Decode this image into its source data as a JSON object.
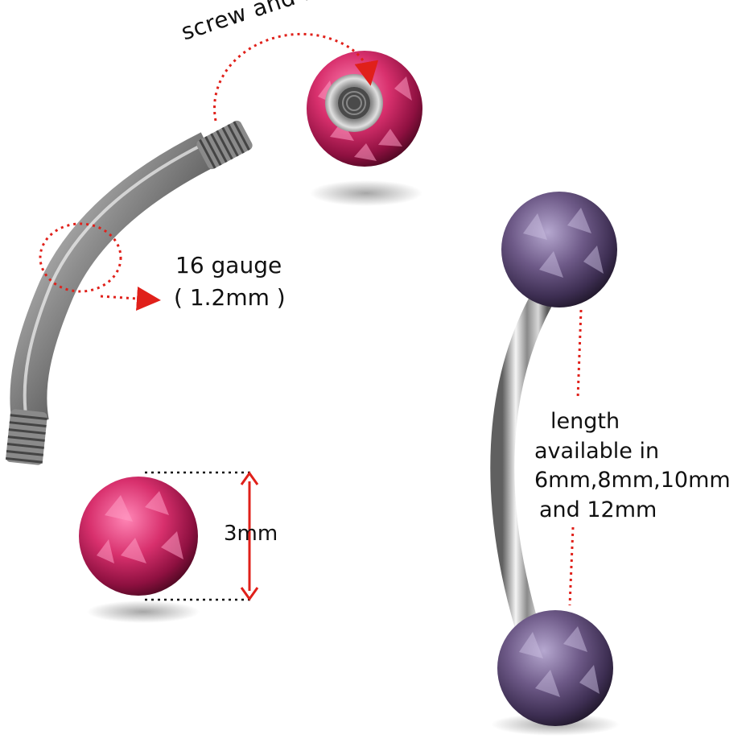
{
  "labels": {
    "screw_and_fit": "screw and fit",
    "gauge_line1": "16 gauge",
    "gauge_line2": "( 1.2mm )",
    "ball_size": "3mm",
    "length_lines": [
      "length",
      "available in",
      "6mm,8mm,10mm",
      "and 12mm"
    ]
  },
  "colors": {
    "background": "#ffffff",
    "annotation_red": "#e0201a",
    "pink_crystal": "#d0346f",
    "violet_crystal": "#6e5a86",
    "steel": "#9a9a9a"
  }
}
